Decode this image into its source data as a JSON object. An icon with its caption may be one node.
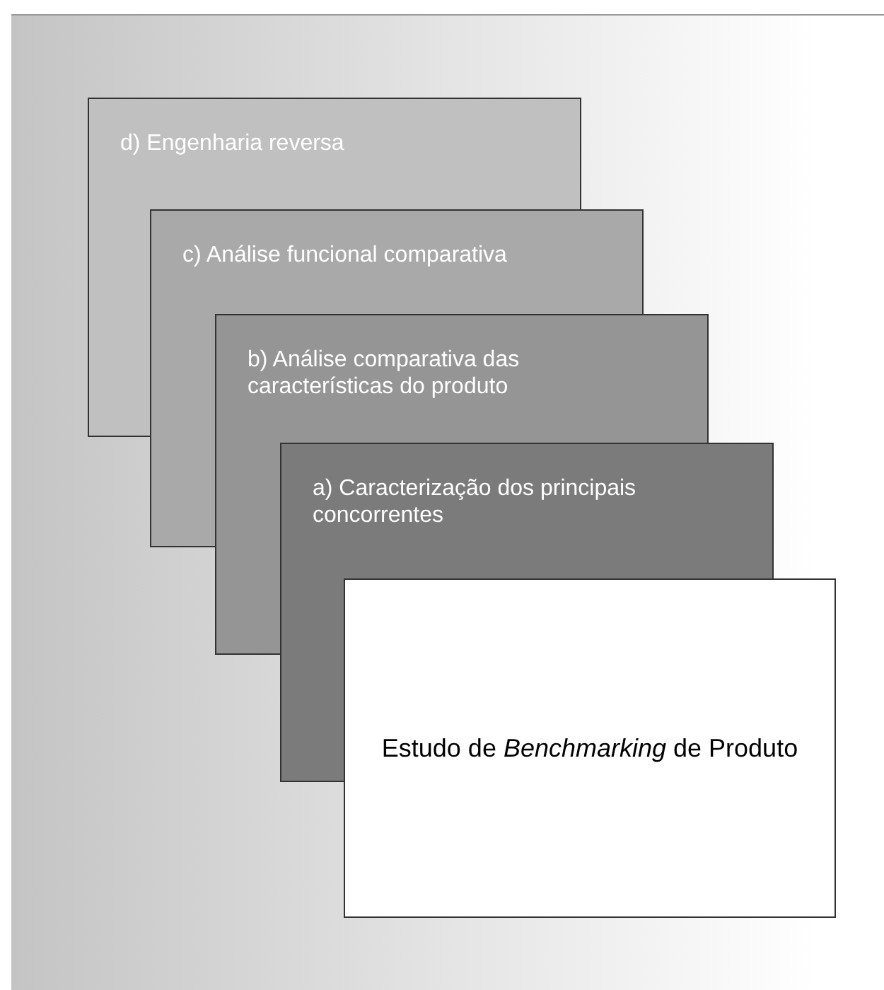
{
  "diagram": {
    "nodes": [
      {
        "text": [
          "d) Engenharia reversa"
        ]
      },
      {
        "text": [
          "c) Análise funcional comparativa"
        ]
      },
      {
        "text": [
          "b) Análise comparativa das características do produto"
        ]
      },
      {
        "text": [
          "a) Caracterização dos principais concorrentes"
        ]
      },
      {
        "text": [
          "Estudo de *Benchmarking* de Produto"
        ]
      }
    ]
  }
}
